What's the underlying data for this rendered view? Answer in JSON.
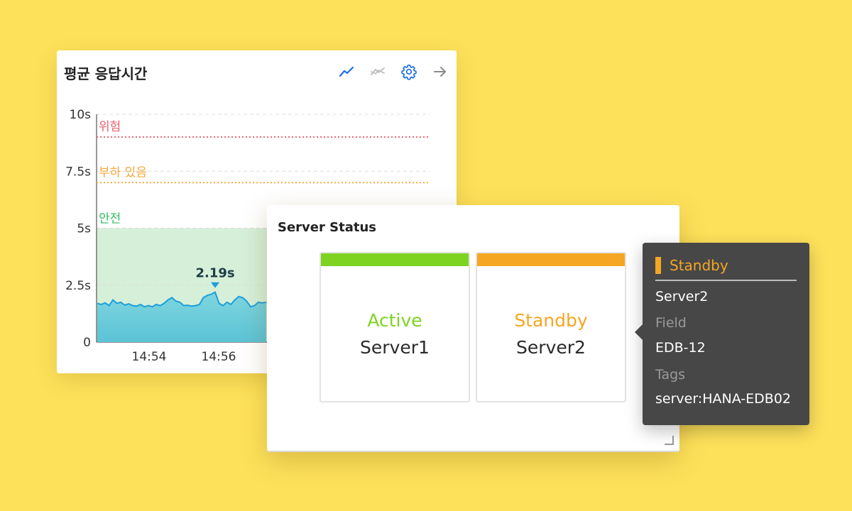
{
  "colors": {
    "background": "#fde15a",
    "danger": "#e8636f",
    "warning": "#f3a93a",
    "safe": "#2fbf5f",
    "active": "#7ed321",
    "standby": "#f5a623",
    "accent": "#1f6fe0",
    "line": "#1d9fd8"
  },
  "response_panel": {
    "title": "평균 응답시간",
    "toolbar": [
      {
        "icon": "line-chart-icon",
        "active": true
      },
      {
        "icon": "compare-chart-icon",
        "active": false
      },
      {
        "icon": "gear-icon",
        "active": true
      },
      {
        "icon": "arrow-right-icon",
        "active": false
      }
    ]
  },
  "chart_data": {
    "type": "area",
    "title": "평균 응답시간",
    "y_ticks": [
      "10s",
      "7.5s",
      "5s",
      "2.5s",
      "0"
    ],
    "y_tick_values": [
      10,
      7.5,
      5,
      2.5,
      0
    ],
    "ylim": [
      0,
      10
    ],
    "x_ticks": [
      "14:54",
      "14:56"
    ],
    "grid": true,
    "thresholds": [
      {
        "name": "위험",
        "value": 9.0,
        "color": "#e8636f"
      },
      {
        "name": "부하 있음",
        "value": 7.0,
        "color": "#f3a93a"
      },
      {
        "name": "안전",
        "value": 5.0,
        "color": "#2fbf5f"
      }
    ],
    "annotation": {
      "label": "2.19s",
      "value": 2.19
    },
    "series": [
      {
        "values": [
          1.7,
          1.65,
          1.72,
          1.6,
          1.85,
          1.7,
          1.75,
          1.62,
          1.68,
          1.6,
          1.58,
          1.65,
          1.55,
          1.6,
          1.55,
          1.65,
          1.6,
          1.7,
          1.85,
          1.95,
          1.8,
          1.75,
          1.6,
          1.62,
          1.58,
          1.6,
          1.65,
          1.95,
          2.05,
          2.1,
          2.19,
          1.7,
          1.6,
          1.75,
          1.65,
          1.85,
          2.0,
          1.95,
          1.8,
          1.55,
          1.6,
          1.75,
          1.72,
          1.75
        ]
      }
    ]
  },
  "server_panel": {
    "title": "Server Status",
    "servers": [
      {
        "status": "Active",
        "name": "Server1",
        "color": "#7ed321"
      },
      {
        "status": "Standby",
        "name": "Server2",
        "color": "#f5a623"
      }
    ]
  },
  "tooltip": {
    "status": "Standby",
    "server": "Server2",
    "field_label": "Field",
    "field_value": "EDB-12",
    "tags_label": "Tags",
    "tags_value": "server:HANA-EDB02"
  }
}
